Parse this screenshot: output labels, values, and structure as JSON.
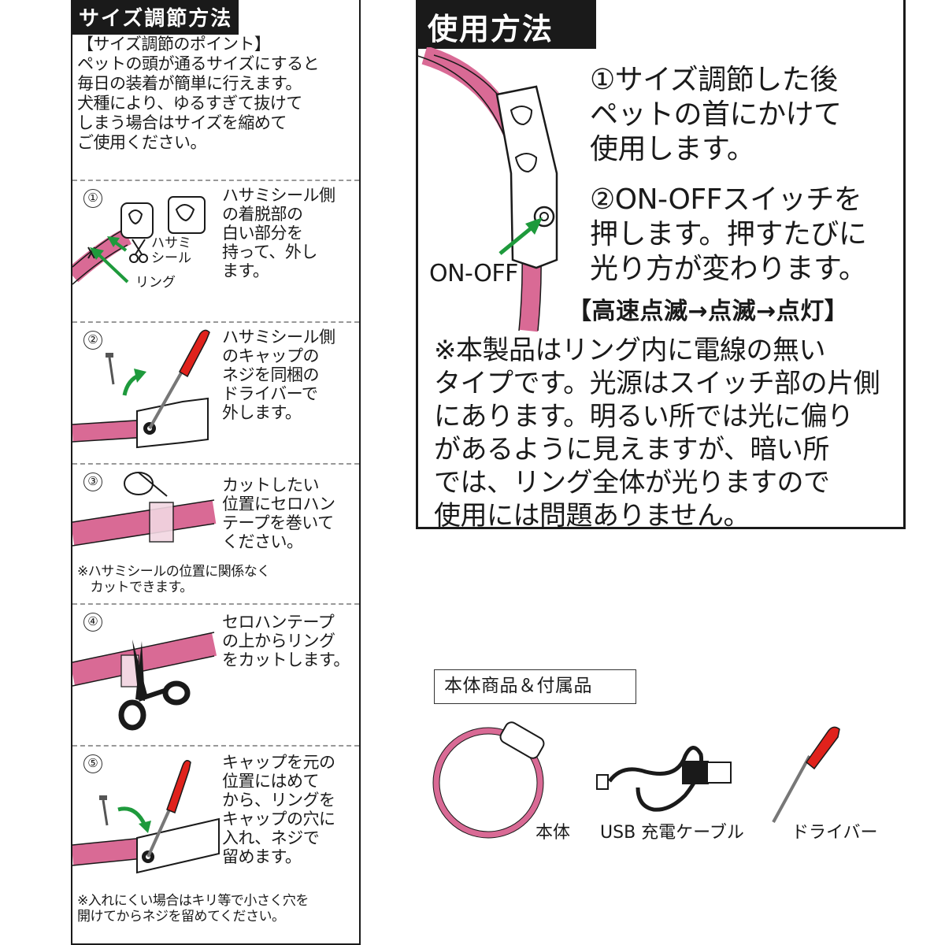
{
  "size_adjust": {
    "title": "サイズ調節方法",
    "intro": "【サイズ調節のポイント】\nペットの頭が通るサイズにすると\n毎日の装着が簡単に行えます。\n犬種により、ゆるすぎて抜けて\nしまう場合はサイズを縮めて\nご使用ください。",
    "steps": [
      {
        "num": "①",
        "text": "ハサミシール側\nの着脱部の\n白い部分を\n持って、外し\nます。",
        "label_scissor": "ハサミ\nシール",
        "label_ring": "リング"
      },
      {
        "num": "②",
        "text": "ハサミシール側\nのキャップの\nネジを同梱の\nドライバーで\n外します。"
      },
      {
        "num": "③",
        "text": "カットしたい\n位置にセロハン\nテープを巻いて\nください。",
        "note": "※ハサミシールの位置に関係なく\n　カットできます。"
      },
      {
        "num": "④",
        "text": "セロハンテープ\nの上からリング\nをカットします。"
      },
      {
        "num": "⑤",
        "text": "キャップを元の\n位置にはめて\nから、リングを\nキャップの穴に\n入れ、ネジで\n留めます。",
        "note": "※入れにくい場合はキリ等で小さく穴を\n開けてからネジを留めてください。"
      }
    ]
  },
  "usage": {
    "title": "使用方法",
    "step1": "①サイズ調節した後\nペットの首にかけて\n使用します。",
    "step2": "②ON-OFFスイッチを\n押します。押すたびに\n光り方が変わります。",
    "sequence": "【高速点滅→点滅→点灯】",
    "onoff_label": "ON-OFF",
    "note": "※本製品はリング内に電線の無い\nタイプです。光源はスイッチ部の片側\nにあります。明るい所では光に偏り\nがあるように見えますが、暗い所\nでは、リング全体が光りますので\n使用には問題ありません。"
  },
  "products": {
    "heading": "本体商品＆付属品",
    "items": [
      "本体",
      "USB 充電ケーブル",
      "ドライバー"
    ]
  },
  "colors": {
    "ring_pink": "#d96a95",
    "driver_red": "#e0221c",
    "arrow_green": "#1e9a3c",
    "ink": "#1a1a1a"
  }
}
